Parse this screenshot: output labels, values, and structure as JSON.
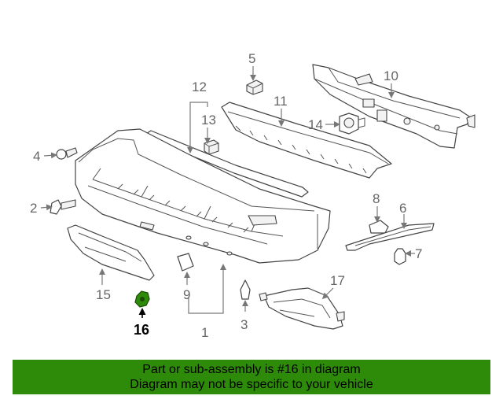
{
  "callouts": {
    "c1": "1",
    "c2": "2",
    "c3": "3",
    "c4": "4",
    "c5": "5",
    "c6": "6",
    "c7": "7",
    "c8": "8",
    "c9": "9",
    "c10": "10",
    "c11": "11",
    "c12": "12",
    "c13": "13",
    "c14": "14",
    "c15": "15",
    "c16": "16",
    "c17": "17"
  },
  "highlight": {
    "part_number": "16",
    "color": "#2e8b0a"
  },
  "banner": {
    "line1": "Part or sub-assembly is #16 in diagram",
    "line2": "Diagram may not be specific to your vehicle",
    "background": "#2e8b0a"
  }
}
